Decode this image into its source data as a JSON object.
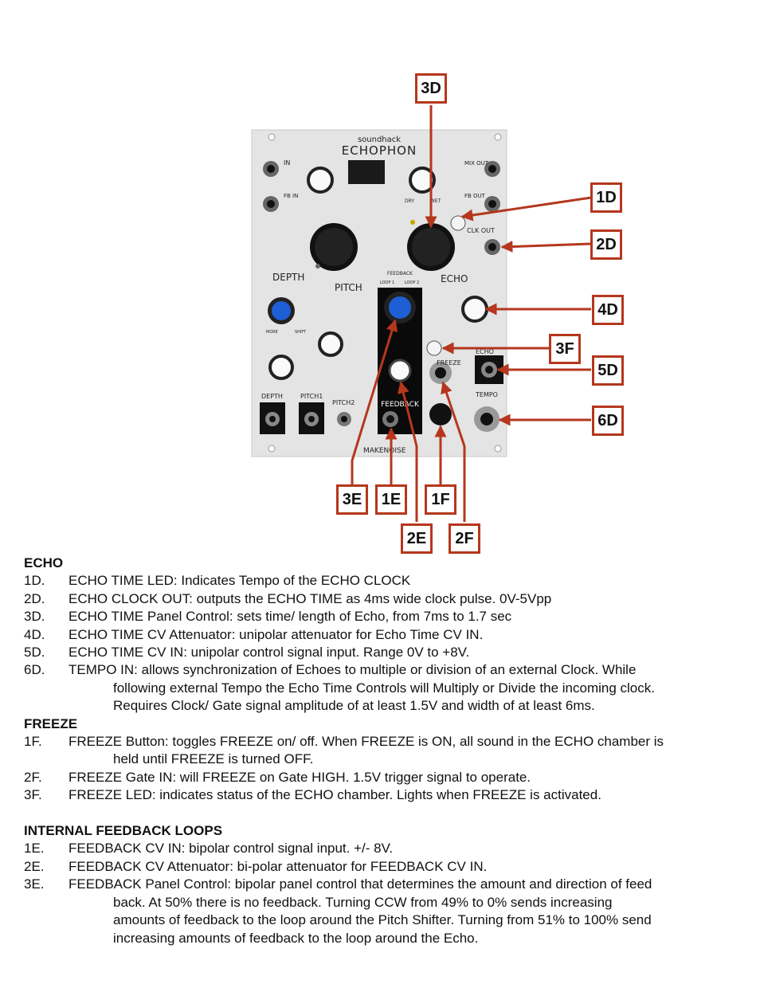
{
  "figure": {
    "panel": {
      "brand": "soundhack",
      "name": "ECHOPHON",
      "maker": "MAKENOISE",
      "labels": [
        "IN",
        "FB IN",
        "MIX OUT",
        "FB OUT",
        "CLK OUT",
        "DRY",
        "WET",
        "DEPTH",
        "PITCH",
        "FEEDBACK",
        "LOOP 1",
        "LOOP 2",
        "ECHO",
        "MORE",
        "SHIFT",
        "DEPTH",
        "PITCH1",
        "PITCH2",
        "FEEDBACK",
        "ECHO",
        "FREEZE",
        "TEMPO"
      ]
    },
    "callouts": [
      "3D",
      "1D",
      "2D",
      "4D",
      "3F",
      "5D",
      "6D",
      "3E",
      "1E",
      "1F",
      "2E",
      "2F"
    ],
    "colors": {
      "callout_border": "#b5371d",
      "arrow": "#b5371d",
      "knob_blue": "#1f5fd6"
    }
  },
  "sections": [
    {
      "title": "ECHO",
      "items": [
        {
          "num": "1D.",
          "lines": [
            "ECHO TIME LED: Indicates Tempo of the ECHO CLOCK"
          ]
        },
        {
          "num": "2D.",
          "lines": [
            "ECHO CLOCK OUT: outputs the ECHO TIME as 4ms wide clock pulse.  0V-5Vpp"
          ]
        },
        {
          "num": "3D.",
          "lines": [
            "ECHO TIME Panel Control: sets time/ length of Echo, from 7ms to 1.7 sec"
          ]
        },
        {
          "num": "4D.",
          "lines": [
            "ECHO TIME CV Attenuator: unipolar attenuator for Echo Time CV IN."
          ]
        },
        {
          "num": "5D.",
          "lines": [
            "ECHO TIME CV IN: unipolar control signal input. Range 0V to +8V."
          ]
        },
        {
          "num": "6D.",
          "lines": [
            "TEMPO IN: allows synchronization of Echoes to multiple or division of an external Clock. While",
            "following external Tempo the Echo Time Controls will Multiply or Divide the incoming clock.",
            "Requires Clock/ Gate signal amplitude of at least 1.5V and width of at least 6ms."
          ]
        }
      ]
    },
    {
      "title": "FREEZE",
      "items": [
        {
          "num": "1F.",
          "lines": [
            "FREEZE Button: toggles FREEZE on/ off. When FREEZE is ON, all sound in the ECHO chamber is",
            "held until FREEZE is turned OFF."
          ]
        },
        {
          "num": "2F.",
          "lines": [
            "FREEZE Gate IN: will FREEZE on Gate HIGH. 1.5V trigger signal to operate."
          ]
        },
        {
          "num": "3F.",
          "lines": [
            "FREEZE LED: indicates status of the ECHO chamber. Lights when FREEZE is activated."
          ]
        }
      ]
    },
    {
      "title": "INTERNAL FEEDBACK LOOPS",
      "items": [
        {
          "num": "1E.",
          "lines": [
            "FEEDBACK CV IN: bipolar control signal input. +/- 8V."
          ]
        },
        {
          "num": "2E.",
          "lines": [
            "FEEDBACK CV Attenuator: bi-polar attenuator for FEEDBACK CV IN."
          ]
        },
        {
          "num": "3E.",
          "lines": [
            "FEEDBACK Panel Control: bipolar panel control that determines the amount and direction of feed",
            "back. At 50% there is no feedback. Turning CCW from 49% to 0% sends increasing",
            "amounts of feedback to the loop around the Pitch Shifter. Turning from 51% to 100% send",
            "increasing amounts of feedback to the loop around the Echo."
          ]
        }
      ]
    }
  ]
}
